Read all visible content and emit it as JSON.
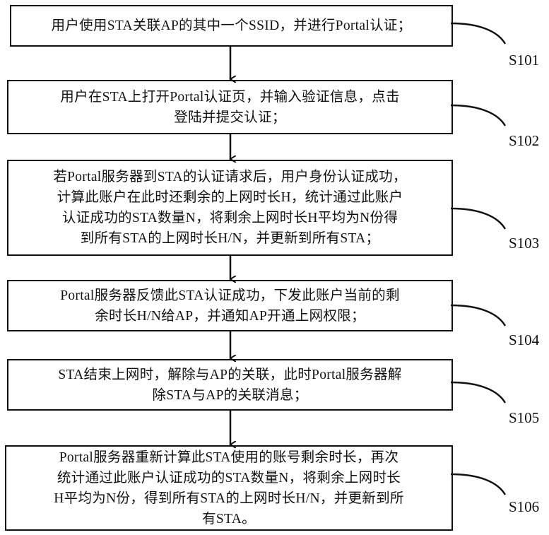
{
  "steps": [
    {
      "id": "S101",
      "lines": [
        "用户使用STA关联AP的其中一个SSID，并进行Portal认证；"
      ]
    },
    {
      "id": "S102",
      "lines": [
        "用户在STA上打开Portal认证页，并输入验证信息，点击",
        "登陆并提交认证；"
      ]
    },
    {
      "id": "S103",
      "lines": [
        "若Portal服务器到STA的认证请求后，用户身份认证成功，",
        "计算此账户在此时还剩余的上网时长H，统计通过此账户",
        "认证成功的STA数量N，将剩余上网时长H平均为N份得",
        "到所有STA的上网时长H/N，并更新到所有STA；"
      ]
    },
    {
      "id": "S104",
      "lines": [
        "Portal服务器反馈此STA认证成功，下发此账户当前的剩",
        "余时长H/N给AP，并通知AP开通上网权限；"
      ]
    },
    {
      "id": "S105",
      "lines": [
        "STA结束上网时，解除与AP的关联，此时Portal服务器解",
        "除STA与AP的关联消息；"
      ]
    },
    {
      "id": "S106",
      "lines": [
        "Portal服务器重新计算此STA使用的账号剩余时长，再次",
        "统计通过此账户认证成功的STA数量N，将剩余上网时长",
        "H平均为N份，得到所有STA的上网时长H/N，并更新到所",
        "有STA。"
      ]
    }
  ]
}
